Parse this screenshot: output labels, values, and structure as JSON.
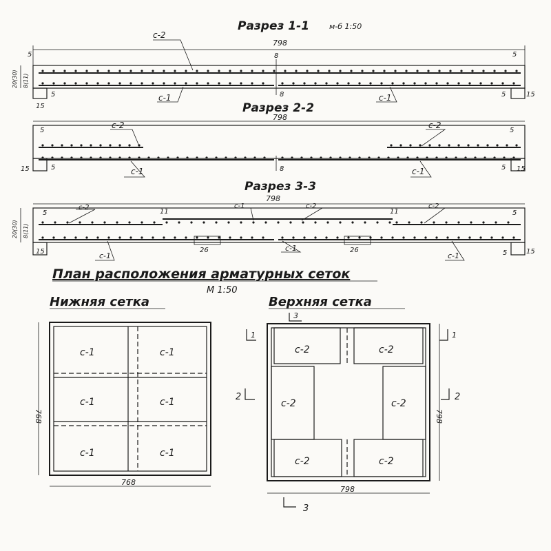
{
  "section1": {
    "title": "Разрез 1-1",
    "scale": "м-б 1:50",
    "length": "798",
    "mesh_top": "с-2",
    "mesh_bottom_left": "с-1",
    "mesh_bottom_right": "с-1",
    "cover_top_left": "5",
    "cover_top_right": "5",
    "cover_bot_left": "5",
    "cover_bot_right": "5",
    "mid_top": "8",
    "mid_bot": "8",
    "support_left": "15",
    "support_right": "15",
    "thick_1": "20(30)",
    "thick_2": "8(11)"
  },
  "section2": {
    "title": "Разрез 2-2",
    "length": "798",
    "mesh_top_left": "с-2",
    "mesh_top_right": "с-2",
    "mesh_bottom_left": "с-1",
    "mesh_bottom_right": "с-1",
    "cover_top_left": "5",
    "cover_top_right": "5",
    "cover_bot_left": "5",
    "cover_bot_right": "5",
    "mid": "8",
    "support_left": "15",
    "support_right": "15"
  },
  "section3": {
    "title": "Разрез 3-3",
    "length": "798",
    "mesh_top_a": "с-2",
    "mesh_top_b": "с-1",
    "mesh_top_c": "с-2",
    "mesh_top_d": "с-2",
    "mesh_bottom_left": "с-1",
    "mesh_bottom_mid": "с-1",
    "mesh_bottom_right": "с-1",
    "cover_left": "5",
    "cover_right": "5",
    "cover_bot_right": "5",
    "lap_left": "11",
    "lap_right": "11",
    "gap_left": "26",
    "gap_right": "26",
    "support_left": "15",
    "support_right": "15",
    "thick_1": "20(30)",
    "thick_2": "8(11)"
  },
  "plan": {
    "title": "План расположения арматурных сеток",
    "scale": "М 1:50"
  },
  "bottom_mesh": {
    "title": "Нижняя сетка",
    "width": "768",
    "height": "768",
    "cells": [
      "с-1",
      "с-1",
      "с-1",
      "с-1",
      "с-1",
      "с-1"
    ]
  },
  "top_mesh": {
    "title": "Верхняя сетка",
    "width": "798",
    "height": "798",
    "cells": [
      "с-2",
      "с-2",
      "с-2",
      "с-2",
      "с-2",
      "с-2"
    ],
    "cut1": "1",
    "cut1b": "1",
    "cut2": "2",
    "cut2b": "2",
    "cut3": "3",
    "cut3b": "3"
  }
}
